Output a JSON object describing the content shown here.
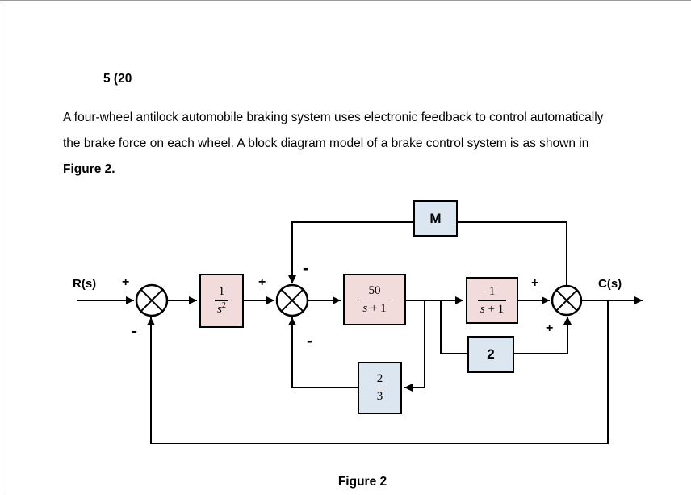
{
  "page": {
    "heading": "5 (20",
    "paragraph": {
      "line1": "A four-wheel antilock automobile braking system uses electronic feedback to control automatically",
      "line2": "the brake force on each wheel. A block diagram model of a brake control system is as shown in",
      "line3": "Figure 2."
    },
    "caption": "Figure 2"
  },
  "diagram": {
    "input_label": "R(s)",
    "output_label": "C(s)",
    "blocks": {
      "integrator": {
        "num": "1",
        "den_var": "s",
        "den_sup": "2"
      },
      "gain50": {
        "num": "50",
        "den_var": "s",
        "den_rest": " + 1"
      },
      "wheel": {
        "num": "1",
        "den_var": "s",
        "den_rest": " + 1"
      },
      "m_gain": {
        "label": "M"
      },
      "gain2": {
        "label": "2"
      },
      "gain_two_thirds": {
        "num": "2",
        "den": "3"
      }
    },
    "signs": {
      "sum1_input_plus": "+",
      "sum1_feedback_minus": "-",
      "sum2_input_plus": "+",
      "sum2_top_minus": "-",
      "sum2_bottom_minus": "-",
      "sum3_input_plus": "+",
      "sum3_bottom_plus": "+"
    },
    "colors": {
      "forward_block_fill": "#f2dcdb",
      "feedback_block_fill": "#dce6f1",
      "line": "#000000",
      "page_edge": "#8a8a8a"
    }
  }
}
